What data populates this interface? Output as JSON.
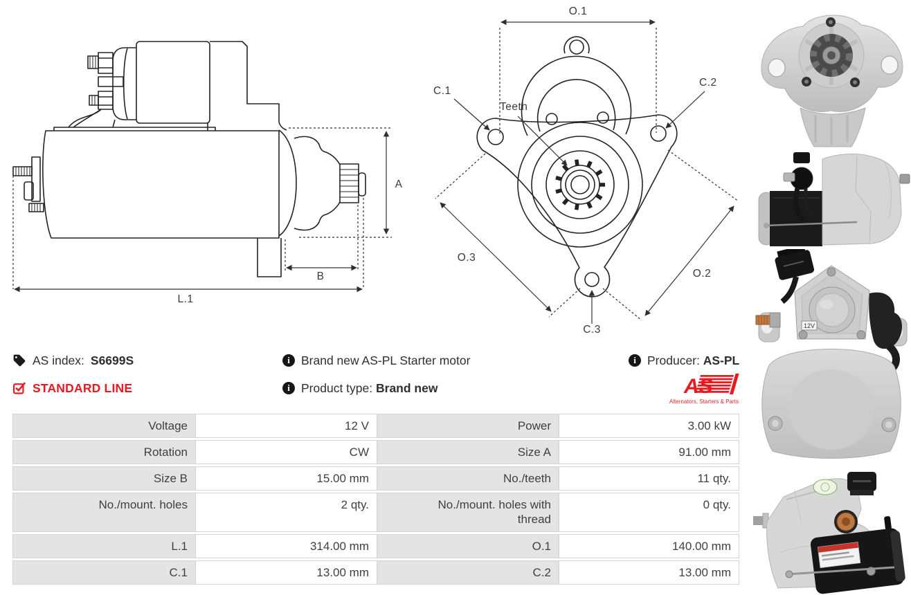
{
  "drawing_side": {
    "dim_a": "A",
    "dim_b": "B",
    "dim_l1": "L.1"
  },
  "drawing_front": {
    "dim_o1": "O.1",
    "dim_o2": "O.2",
    "dim_o3": "O.3",
    "dim_c1": "C.1",
    "dim_c2": "C.2",
    "dim_c3": "C.3",
    "teeth": "Teeth"
  },
  "header": {
    "as_index_label": "AS index:",
    "as_index_value": "S6699S",
    "standard_line": "STANDARD LINE",
    "description": "Brand new AS-PL Starter motor",
    "product_type_label": "Product type:",
    "product_type_value": "Brand new",
    "producer_label": "Producer:",
    "producer_value": "AS-PL",
    "logo_text": "AS",
    "logo_tagline": "Alternators, Starters & Parts"
  },
  "photos": {
    "solenoid_badge": "12V"
  },
  "colors": {
    "accent_red": "#e8191f",
    "table_label_bg": "#e4e4e4",
    "table_border": "#d4d4d4",
    "line": "#232323",
    "text": "#3f3f3f"
  },
  "table": {
    "rows": [
      [
        {
          "label": "Voltage",
          "value": "12 V"
        },
        {
          "label": "Power",
          "value": "3.00 kW"
        }
      ],
      [
        {
          "label": "Rotation",
          "value": "CW"
        },
        {
          "label": "Size A",
          "value": "91.00 mm"
        }
      ],
      [
        {
          "label": "Size B",
          "value": "15.00 mm"
        },
        {
          "label": "No./teeth",
          "value": "11 qty."
        }
      ],
      [
        {
          "label": "No./mount. holes",
          "value": "2 qty."
        },
        {
          "label": "No./mount. holes with thread",
          "value": "0 qty."
        }
      ],
      [
        {
          "label": "L.1",
          "value": "314.00 mm"
        },
        {
          "label": "O.1",
          "value": "140.00 mm"
        }
      ],
      [
        {
          "label": "C.1",
          "value": "13.00 mm"
        },
        {
          "label": "C.2",
          "value": "13.00 mm"
        }
      ]
    ]
  }
}
